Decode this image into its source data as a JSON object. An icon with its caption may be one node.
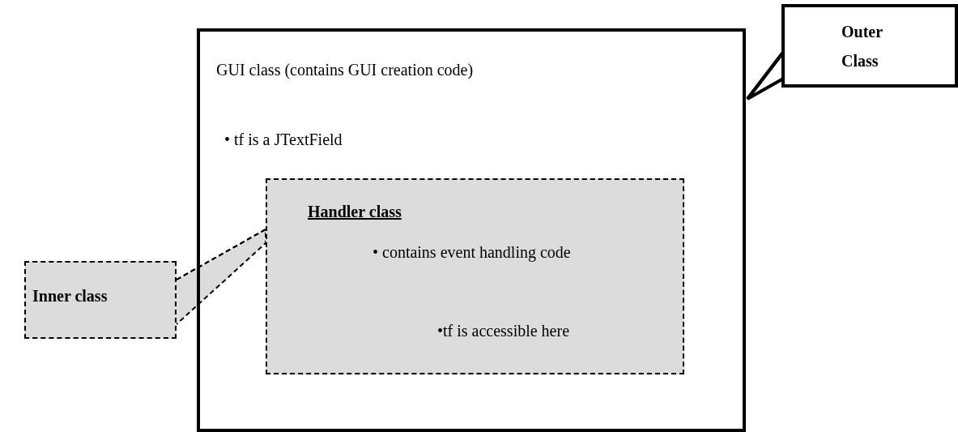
{
  "diagram": {
    "nodes": [
      {
        "text": [
          "GUI class (contains GUI creation code)",
          "• tf is a JTextField"
        ]
      },
      {
        "text": [
          "Handler class",
          "• contains event handling code",
          "•tf is accessible here"
        ],
        "in": 0
      },
      {
        "text": [
          "Outer Class"
        ]
      },
      {
        "text": [
          "Inner class"
        ]
      }
    ],
    "edges": [
      {
        "from": 2,
        "to": 0,
        "arrow": "none",
        "style": "thick"
      },
      {
        "from": 3,
        "to": 1,
        "arrow": "none",
        "style": "dashed"
      }
    ]
  }
}
